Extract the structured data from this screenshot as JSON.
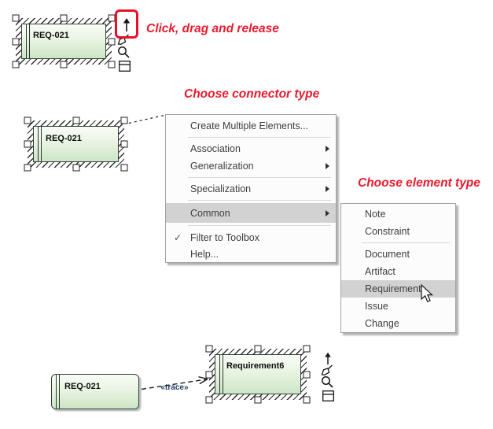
{
  "annotations": {
    "click_drag": "Click, drag and release",
    "choose_connector": "Choose connector type",
    "choose_element": "Choose element type"
  },
  "elements": {
    "req1": {
      "label": "REQ-021"
    },
    "req2": {
      "label": "REQ-021"
    },
    "req3": {
      "label": "REQ-021"
    },
    "requirement6": {
      "label": "Requirement6"
    }
  },
  "connector": {
    "stereotype": "«trace»",
    "style": "dashed",
    "arrowhead": "open"
  },
  "quicklinker": {
    "icons": [
      "up-arrow-icon",
      "pen-icon",
      "magnifier-icon",
      "window-icon"
    ],
    "highlighted_icon": "up-arrow-icon"
  },
  "context_menu": {
    "check_glyph": "✓",
    "items": [
      {
        "label": "Create Multiple Elements...",
        "has_submenu": false
      },
      {
        "label": "Association",
        "has_submenu": true
      },
      {
        "label": "Generalization",
        "has_submenu": true
      },
      {
        "label": "Specialization",
        "has_submenu": true
      },
      {
        "label": "Common",
        "has_submenu": true,
        "highlighted": true
      },
      {
        "label": "Filter to Toolbox",
        "checked": true
      },
      {
        "label": "Help...",
        "has_submenu": false
      }
    ]
  },
  "submenu": {
    "items": [
      {
        "label": "Note"
      },
      {
        "label": "Constraint"
      },
      {
        "label": "Document"
      },
      {
        "label": "Artifact"
      },
      {
        "label": "Requirement",
        "highlighted": true
      },
      {
        "label": "Issue"
      },
      {
        "label": "Change"
      }
    ]
  },
  "colors": {
    "annotation_red": "#ea1b2e",
    "highlight_box_red": "#e8112a",
    "element_fill_top": "#f8fdf6",
    "element_fill_bottom": "#cde5c5",
    "element_border": "#32423a",
    "menu_bg": "#fcfcfc",
    "menu_border": "#a3a3a3",
    "menu_highlight": "#d2d2d2",
    "menu_text": "#3e3e3e",
    "trace_label": "#223d66"
  }
}
